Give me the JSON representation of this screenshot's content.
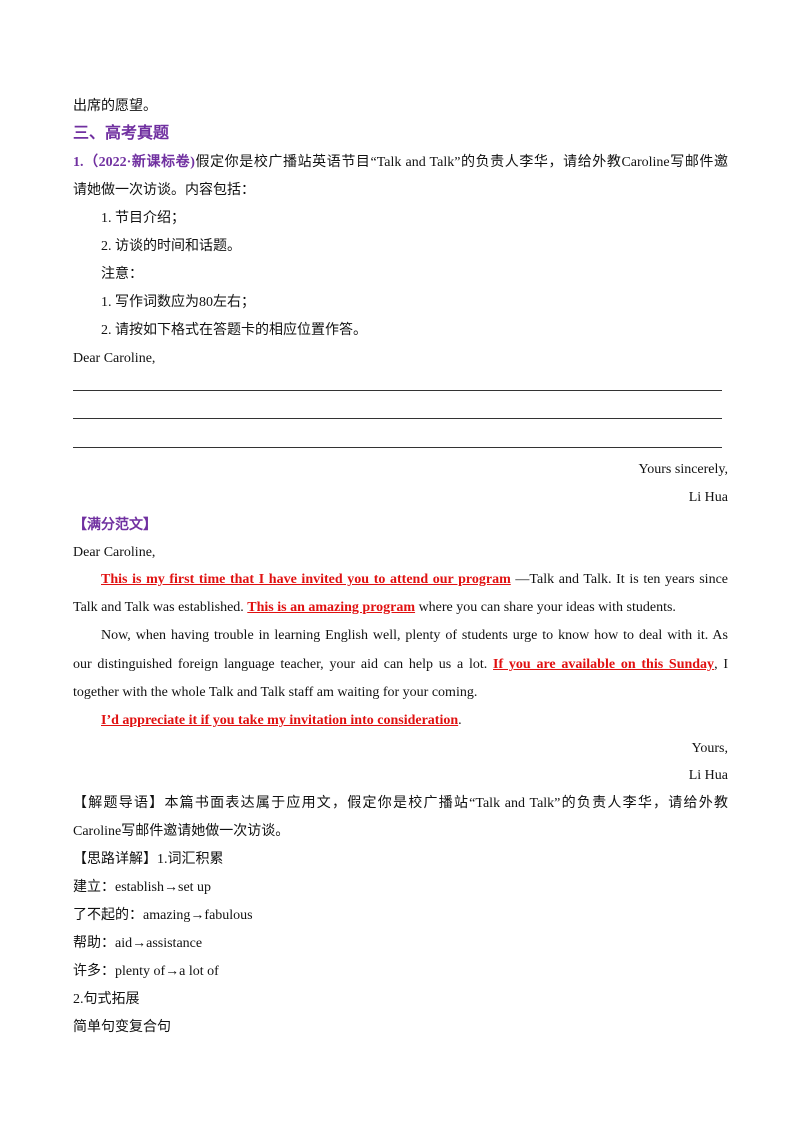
{
  "lines": {
    "l1": "出席的愿望。",
    "heading": "三、高考真题",
    "q_prefix": "1.（2022·新课标卷)",
    "q_text": "假定你是校广播站英语节目“Talk and Talk”的负责人李华，请给外教Caroline写邮件邀",
    "q_text2": "请她做一次访谈。内容包括：",
    "item1": "1. 节目介绍；",
    "item2": "2. 访谈的时间和话题。",
    "note": "注意：",
    "note1": "1. 写作词数应为80左右；",
    "note2": "2. 请按如下格式在答题卡的相应位置作答。",
    "salutation": "Dear Caroline,",
    "closing": "Yours sincerely,",
    "signature": "Li Hua"
  },
  "model": {
    "label": "【满分范文】",
    "salutation": "Dear Caroline,",
    "p1_red1": "This is my first time that I have invited you to attend our program",
    "p1_t1": " —Talk and Talk. It is ten years since",
    "p1_t2": "Talk and Talk was established. ",
    "p1_red2": "This is an amazing program",
    "p1_t3": " where you can share your ideas with students.",
    "p2_t1": "Now, when having trouble in learning English well, plenty of students urge to know how to deal with it. As",
    "p2_t2": "our distinguished foreign language teacher, your aid can help us a lot. ",
    "p2_red1": "If you are available on this Sunday",
    "p2_t3": ", I",
    "p2_t4": "together with the whole Talk and Talk staff am waiting for your coming.",
    "p3_red": "I’d appreciate it if you take my invitation into consideration",
    "p3_t": ".",
    "closing": "Yours,",
    "signature": "Li Hua"
  },
  "analysis": {
    "guide_label": "【解题导语】",
    "guide_text": "本篇书面表达属于应用文，假定你是校广播站“Talk and Talk”的负责人李华，请给外教",
    "guide_text2": "Caroline写邮件邀请她做一次访谈。",
    "detail_label": "【思路详解】",
    "detail_text": "1.词汇积累",
    "v1": "建立：establish→set up",
    "v2": "了不起的：amazing→fabulous",
    "v3": "帮助：aid→assistance",
    "v4": "许多：plenty of→a lot of",
    "s_title": "2.句式拓展",
    "s_sub": "简单句变复合句"
  }
}
